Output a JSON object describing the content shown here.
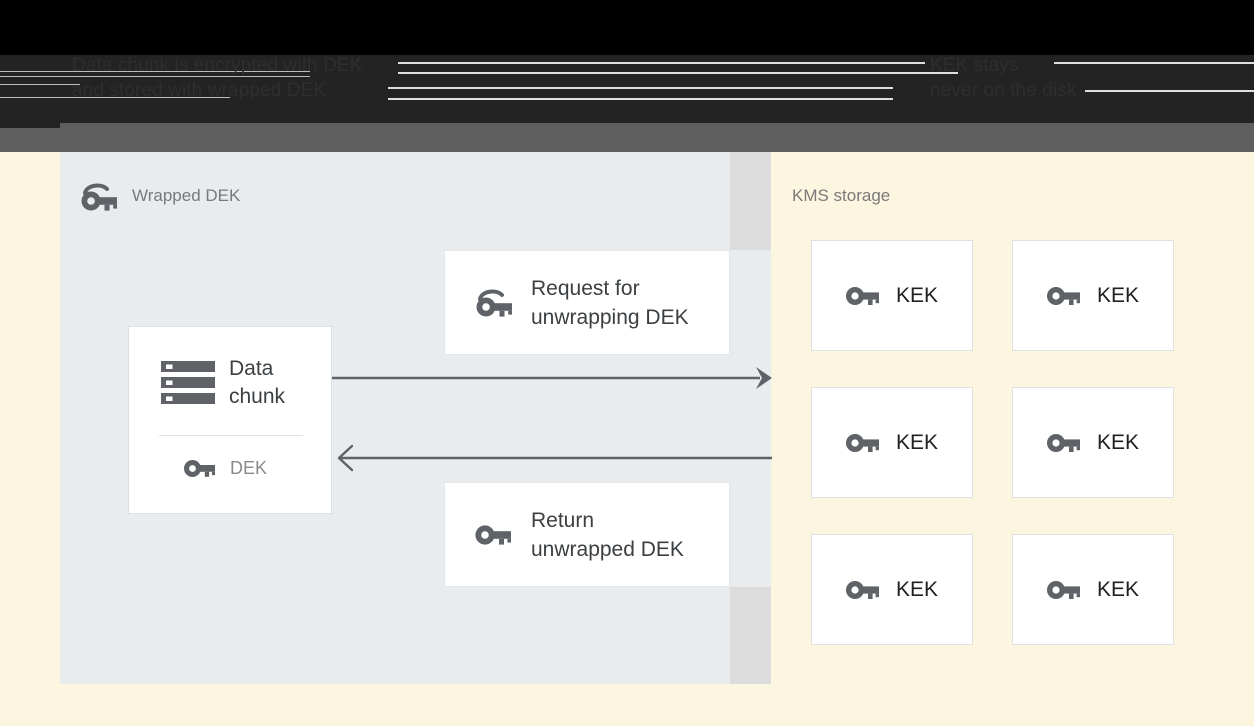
{
  "chrome": {
    "heading_left": "Data chunk is encrypted with DEK\nand stored with wrapped DEK",
    "heading_right": "KEK stays\nnever on the disk"
  },
  "storage_panel": {
    "title": "Wrapped DEK",
    "title_icon": "wrapped-key-icon",
    "background_color": "#e8ecef",
    "data_chunk_card": {
      "icon": "storage-server-icon",
      "label": "Data\nchunk",
      "dek": {
        "icon": "key-icon",
        "label": "DEK"
      }
    },
    "messages": [
      {
        "id": "request",
        "icon": "wrapped-key-icon",
        "label": "Request for\nunwrapping DEK"
      },
      {
        "id": "return",
        "icon": "key-icon",
        "label": "Return\nunwrapped DEK"
      }
    ],
    "arrows": [
      {
        "id": "to-kms",
        "direction": "right",
        "style": "solid-head"
      },
      {
        "id": "from-kms",
        "direction": "left",
        "style": "chevron-head"
      }
    ]
  },
  "kms_panel": {
    "title": "KMS storage",
    "background_color": "#fcf5e0",
    "keks": [
      {
        "icon": "key-icon",
        "label": "KEK"
      },
      {
        "icon": "key-icon",
        "label": "KEK"
      },
      {
        "icon": "key-icon",
        "label": "KEK"
      },
      {
        "icon": "key-icon",
        "label": "KEK"
      },
      {
        "icon": "key-icon",
        "label": "KEK"
      },
      {
        "icon": "key-icon",
        "label": "KEK"
      }
    ]
  },
  "colors": {
    "panel_storage": "#e8ecef",
    "panel_kms": "#fcf5e0",
    "card_white": "#ffffff",
    "shade_gray": "#dcdcdc",
    "icon_gray": "#5f6368",
    "text_dark": "#3c4043",
    "text_muted": "#7a7a7a",
    "chrome_gray": "#5e5e5e"
  }
}
